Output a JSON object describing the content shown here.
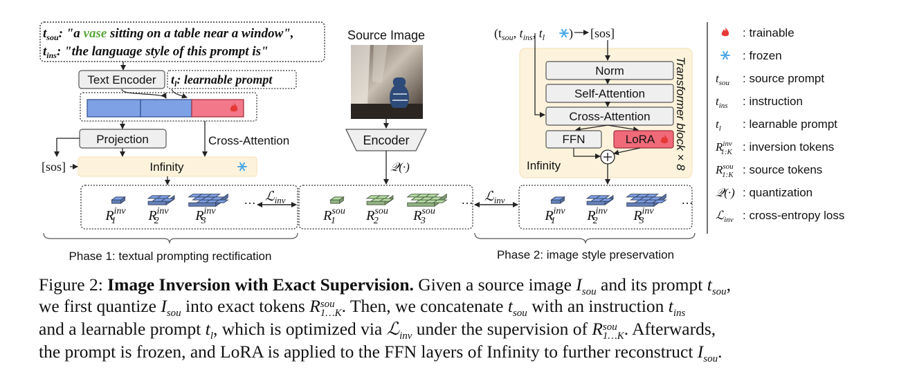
{
  "prompt_box": {
    "line1_prefix": ": \"a ",
    "line1_highlight": "vase",
    "line1_suffix": " sitting on a table near a window\",",
    "line2_text": ": \"the language style of this prompt is\"",
    "t_sou_base": "t",
    "t_sou_sub": "sou",
    "t_ins_base": "t",
    "t_ins_sub": "ins",
    "highlight_color": "#58a63c"
  },
  "phase1": {
    "text_encoder": "Text Encoder",
    "learnable_base": "t",
    "learnable_sub": "l",
    "learnable_label": ": learnable prompt",
    "projection": "Projection",
    "cross_attention": "Cross-Attention",
    "sos": "[sos]",
    "infinity": "Infinity",
    "caption": "Phase 1: textual prompting rectification",
    "loss_base": "ℒ",
    "loss_sub": "inv"
  },
  "source": {
    "title": "Source Image",
    "encoder": "Encoder",
    "quant": "𝒬(·)"
  },
  "token_groups": {
    "inv_labels": [
      {
        "base": "R",
        "sub": "1",
        "sup": "inv"
      },
      {
        "base": "R",
        "sub": "2",
        "sup": "inv"
      },
      {
        "base": "R",
        "sub": "3",
        "sup": "inv"
      }
    ],
    "sou_labels": [
      {
        "base": "R",
        "sub": "1",
        "sup": "sou"
      },
      {
        "base": "R",
        "sub": "2",
        "sup": "sou"
      },
      {
        "base": "R",
        "sub": "3",
        "sup": "sou"
      }
    ],
    "ellipsis": "…",
    "inv_color": "#7ea1e6",
    "sou_color": "#b5dea3"
  },
  "phase2": {
    "input_tuple": "(t",
    "input_sou": "sou",
    "input_ins": "ins",
    "input_l": "l",
    "sos": "[sos]",
    "norm": "Norm",
    "self_attention": "Self-Attention",
    "cross_attention": "Cross-Attention",
    "ffn": "FFN",
    "lora": "LoRA",
    "infinity": "Infinity",
    "transformer_label": "Transformer block × 8",
    "caption": "Phase 2: image style preservation",
    "loss_base": "ℒ",
    "loss_sub": "inv"
  },
  "legend": {
    "items": [
      {
        "symbol": "fire-icon",
        "text": ": trainable"
      },
      {
        "symbol": "snowflake-icon",
        "text": ": frozen"
      },
      {
        "base": "t",
        "sub": "sou",
        "text": ": source prompt"
      },
      {
        "base": "t",
        "sub": "ins",
        "text": ": instruction"
      },
      {
        "base": "t",
        "sub": "l",
        "text": ": learnable prompt"
      },
      {
        "base": "R",
        "sub": "1:K",
        "sup": "inv",
        "text": ": inversion tokens"
      },
      {
        "base": "R",
        "sub": "1:K",
        "sup": "sou",
        "text": ": source tokens"
      },
      {
        "base": "𝒬(·)",
        "text": ": quantization"
      },
      {
        "base": "ℒ",
        "sub": "inv",
        "text": ": cross-entropy loss"
      }
    ]
  },
  "colors": {
    "blue_block": "#7ea1e6",
    "red_block": "#f2788a",
    "infinity_bg": "#fdf3dc",
    "lora_bg": "#f06a7a",
    "snowflake": "#4aa8e8",
    "fire": "#e53935"
  },
  "caption": {
    "fig_label": "Figure 2: ",
    "title": "Image Inversion with Exact Supervision.",
    "l1_a": " Given a source image ",
    "l1_b": " and its prompt ",
    "l2_a": "we first quantize ",
    "l2_b": " into exact tokens ",
    "l2_c": ". Then, we concatenate ",
    "l2_d": " with an instruction ",
    "l3_a": "and a learnable prompt ",
    "l3_b": ", which is optimized via ",
    "l3_c": " under the supervision of ",
    "l3_d": ". Afterwards,",
    "l4_a": "the prompt is frozen, and LoRA is applied to the FFN layers of Infinity to further reconstruct ",
    "l4_b": ".",
    "I": "I",
    "t": "t",
    "R": "R",
    "L": "ℒ",
    "sou": "sou",
    "ins": "ins",
    "l": "l",
    "inv": "inv",
    "range": "1…K"
  }
}
